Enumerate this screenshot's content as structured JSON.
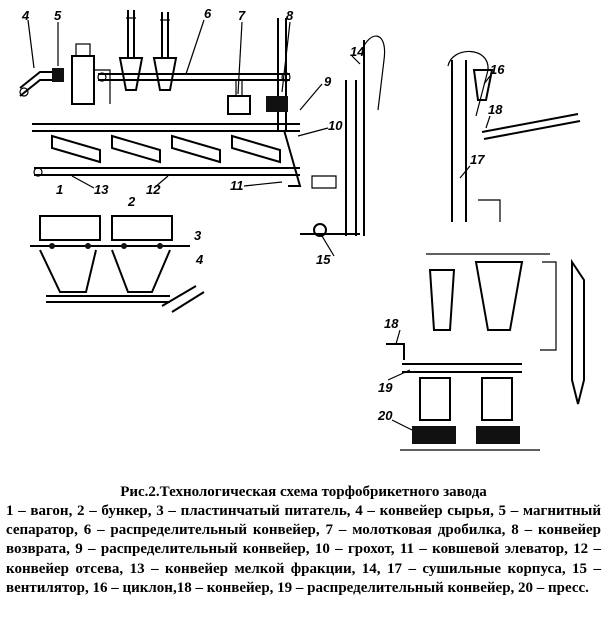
{
  "caption": {
    "title": "Рис.2.Технологическая схема торфобрикетного завода",
    "legend": "1 – вагон, 2 – бункер, 3 – пластинчатый питатель, 4 – конвейер сырья, 5 – магнитный сепаратор, 6 – распределительный конвейер, 7 – молотковая дробилка, 8 – конвейер возврата, 9 – распределительный конвейер, 10 – грохот, 11 – ковшевой элеватор, 12 – конвейер отсева, 13 – конвейер мелкой фракции, 14, 17 –  сушильные корпуса, 15 – вентилятор, 16 – циклон,18 – конвейер, 19 – распределительный конвейер, 20 – пресс."
  },
  "labels": {
    "n1": "1",
    "n2": "2",
    "n3": "3",
    "n4a": "4",
    "n4b": "4",
    "n5": "5",
    "n6": "6",
    "n7": "7",
    "n8": "8",
    "n9": "9",
    "n10": "10",
    "n11": "11",
    "n12": "12",
    "n13": "13",
    "n14": "14",
    "n15": "15",
    "n16": "16",
    "n17": "17",
    "n18a": "18",
    "n18b": "18",
    "n19": "19",
    "n20": "20"
  }
}
